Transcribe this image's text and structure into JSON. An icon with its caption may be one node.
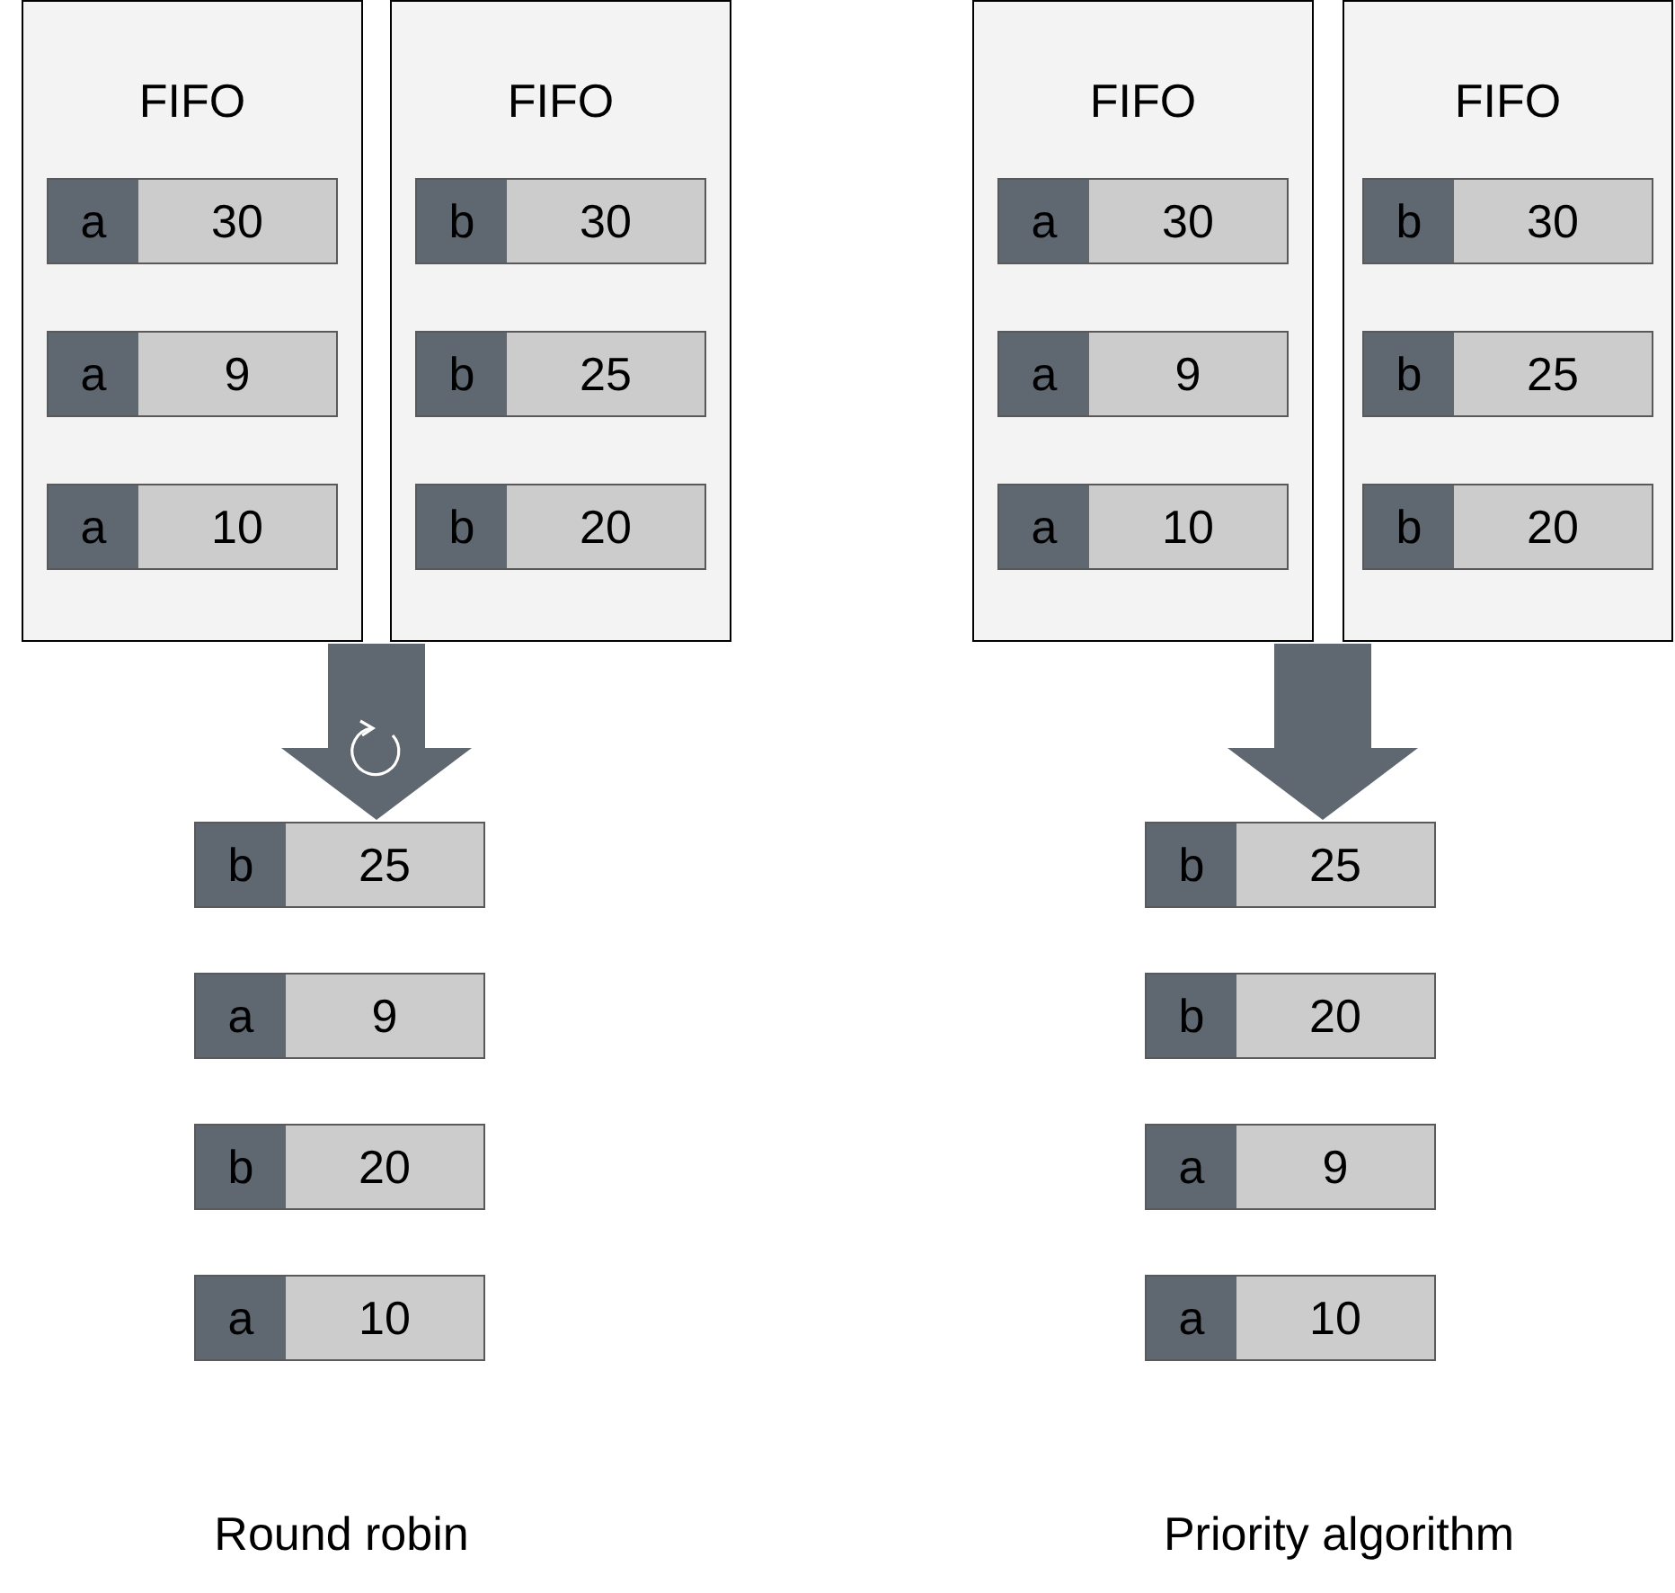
{
  "diagram": {
    "nodes": [
      {
        "text": [
          "FIFO"
        ]
      },
      {
        "text": [
          "FIFO"
        ]
      },
      {
        "text": [
          "FIFO"
        ]
      },
      {
        "text": [
          "FIFO"
        ]
      },
      {
        "text": [
          "a",
          "30"
        ],
        "in": 0
      },
      {
        "text": [
          "a",
          "9"
        ],
        "in": 0
      },
      {
        "text": [
          "a",
          "10"
        ],
        "in": 0
      },
      {
        "text": [
          "b",
          "30"
        ],
        "in": 1
      },
      {
        "text": [
          "b",
          "25"
        ],
        "in": 1
      },
      {
        "text": [
          "b",
          "20"
        ],
        "in": 1
      },
      {
        "text": [
          "a",
          "30"
        ],
        "in": 2
      },
      {
        "text": [
          "a",
          "9"
        ],
        "in": 2
      },
      {
        "text": [
          "a",
          "10"
        ],
        "in": 2
      },
      {
        "text": [
          "b",
          "30"
        ],
        "in": 3
      },
      {
        "text": [
          "b",
          "25"
        ],
        "in": 3
      },
      {
        "text": [
          "b",
          "20"
        ],
        "in": 3
      },
      {
        "text": [
          "b",
          "25"
        ]
      },
      {
        "text": [
          "a",
          "9"
        ]
      },
      {
        "text": [
          "b",
          "20"
        ]
      },
      {
        "text": [
          "a",
          "10"
        ]
      },
      {
        "text": [
          "b",
          "25"
        ]
      },
      {
        "text": [
          "b",
          "20"
        ]
      },
      {
        "text": [
          "a",
          "9"
        ]
      },
      {
        "text": [
          "a",
          "10"
        ]
      }
    ],
    "edges": [
      {
        "from": 0,
        "to": 16,
        "arrow": "to"
      },
      {
        "from": 1,
        "to": 16,
        "arrow": "to"
      },
      {
        "from": 2,
        "to": 20,
        "arrow": "to"
      },
      {
        "from": 3,
        "to": 20,
        "arrow": "to"
      }
    ],
    "labels": [
      "Round robin",
      "Priority algorithm"
    ]
  }
}
